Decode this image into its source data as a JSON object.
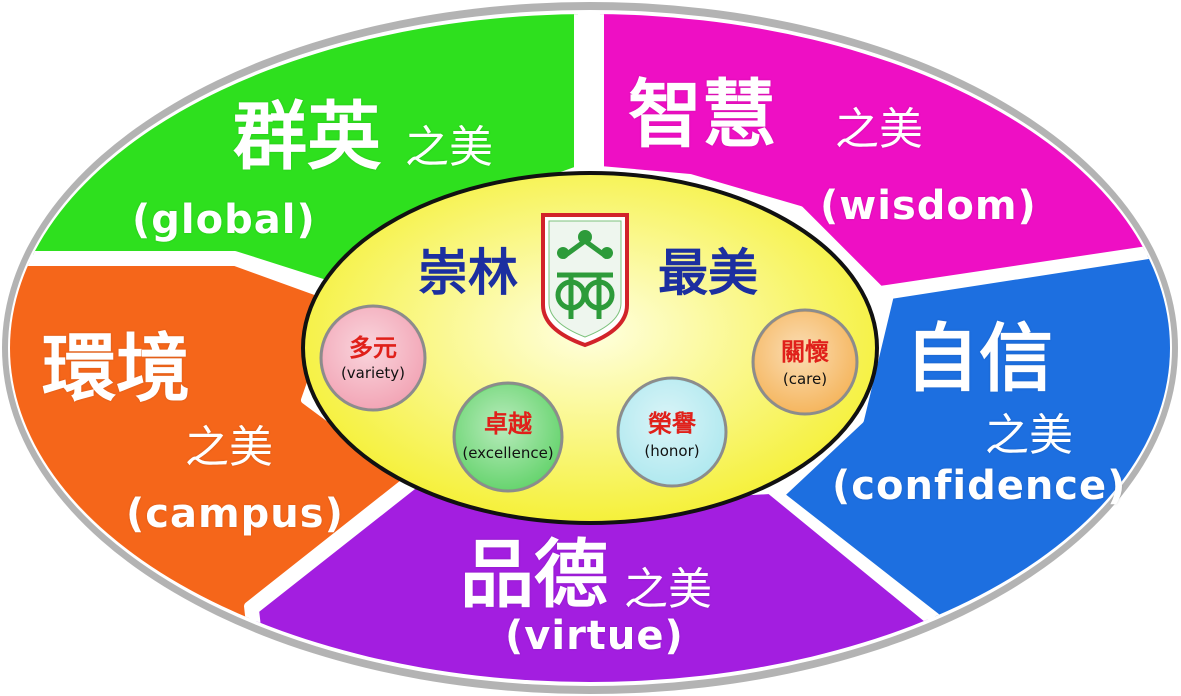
{
  "center": {
    "title_left": "崇林",
    "title_right": "最美",
    "logo": "school-crest-icon"
  },
  "segments": [
    {
      "id": "global",
      "main": "群英",
      "suffix": "之美",
      "en": "(global)",
      "color": "#2ee01e"
    },
    {
      "id": "wisdom",
      "main": "智慧",
      "suffix": "之美",
      "en": "(wisdom)",
      "color": "#ee0fc4"
    },
    {
      "id": "confidence",
      "main": "自信",
      "suffix": "之美",
      "en": "(confidence)",
      "color": "#1d6fe0"
    },
    {
      "id": "virtue",
      "main": "品德",
      "suffix": "之美",
      "en": "(virtue)",
      "color": "#a31ee0"
    },
    {
      "id": "campus",
      "main": "環境",
      "suffix": "之美",
      "en": "(campus)",
      "color": "#f5661a"
    }
  ],
  "bubbles": [
    {
      "id": "variety",
      "cn": "多元",
      "en": "(variety)",
      "color": "#f2a3b4"
    },
    {
      "id": "excellence",
      "cn": "卓越",
      "en": "(excellence)",
      "color": "#63d36b"
    },
    {
      "id": "honor",
      "cn": "榮譽",
      "en": "(honor)",
      "color": "#aee8ef"
    },
    {
      "id": "care",
      "cn": "關懷",
      "en": "(care)",
      "color": "#f5b45a"
    }
  ],
  "colors": {
    "outer_ring": "#b3b3b3",
    "divider": "#ffffff",
    "center_fill_inner": "#ffffe0",
    "center_fill_outer": "#f4ef2a",
    "center_border": "#111111",
    "title_blue": "#1c2fa0",
    "bubble_text_red": "#e0201a"
  }
}
